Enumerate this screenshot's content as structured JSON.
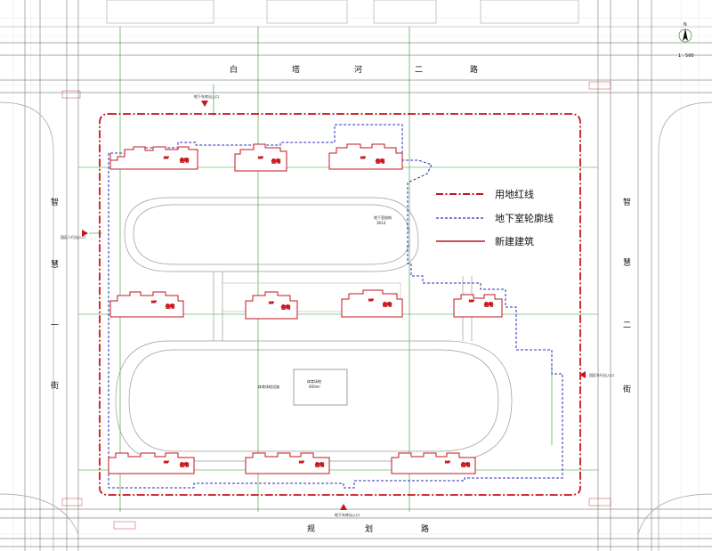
{
  "roads": {
    "north": [
      "白",
      "塔",
      "河",
      "二",
      "路"
    ],
    "south": [
      "规",
      "划",
      "路"
    ],
    "west": [
      "智",
      "慧",
      "一",
      "街"
    ],
    "east": [
      "智",
      "慧",
      "二",
      "街"
    ]
  },
  "entrances": {
    "north_garage": "地下车库出入口",
    "south_garage": "地下车库出入口",
    "west_gate": "园区人行出入口",
    "east_gate": "园区车行出入口"
  },
  "legend": {
    "items": [
      {
        "label": "用地红线",
        "style": "dashdot",
        "color": "#c4161c"
      },
      {
        "label": "地下室轮廓线",
        "style": "dashed",
        "color": "#2a2fb8"
      },
      {
        "label": "新建建筑",
        "style": "solid",
        "color": "#c4161c"
      }
    ]
  },
  "north_arrow": {
    "letter": "N",
    "scale": "1 : 500"
  },
  "buildings": [
    {
      "id": "r1b1",
      "floors": "18F",
      "use": "住宅"
    },
    {
      "id": "r1b2",
      "floors": "18F",
      "use": "住宅"
    },
    {
      "id": "r1b3",
      "floors": "18F",
      "use": "住宅"
    },
    {
      "id": "r2b1",
      "floors": "18F",
      "use": "住宅"
    },
    {
      "id": "r2b2",
      "floors": "18F",
      "use": "住宅"
    },
    {
      "id": "r2b3",
      "floors": "18F",
      "use": "住宅"
    },
    {
      "id": "r2b4",
      "floors": "18F",
      "use": "住宅"
    },
    {
      "id": "r3b1",
      "floors": "18F",
      "use": "住宅"
    },
    {
      "id": "r3b2",
      "floors": "18F",
      "use": "住宅"
    },
    {
      "id": "r3b3",
      "floors": "18F",
      "use": "住宅"
    }
  ],
  "colors": {
    "redline": "#c4161c",
    "basement": "#2a2fb8",
    "dimension": "#2a9a2a",
    "road": "#9a9a9a"
  }
}
